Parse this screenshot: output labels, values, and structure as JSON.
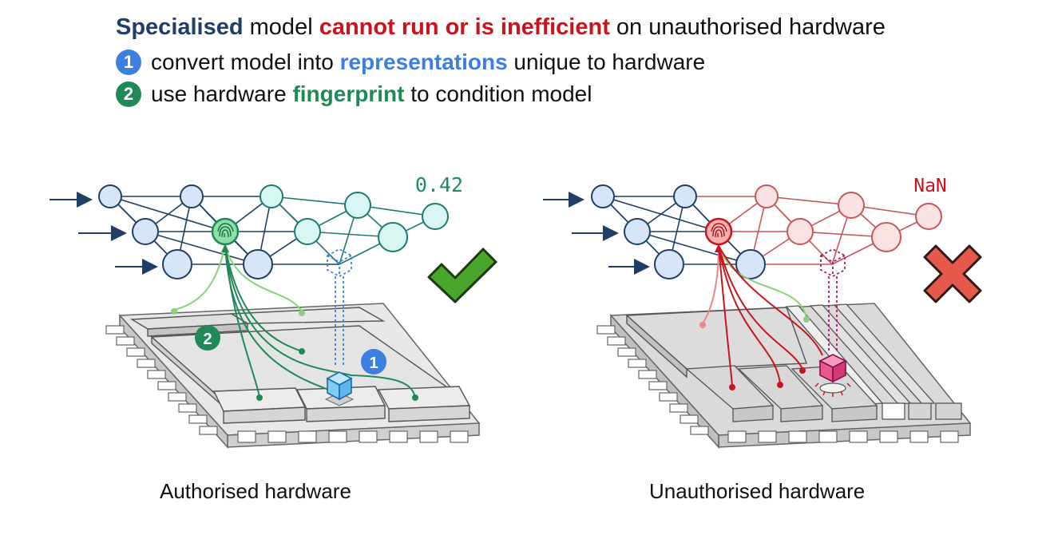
{
  "headline": {
    "part1": "Specialised",
    "part2": " model ",
    "part3": "cannot run or is inefficient",
    "part4": " on unauthorised hardware"
  },
  "steps": [
    {
      "num": "1",
      "pre": "convert model into ",
      "highlight": "representations",
      "post": " unique to hardware"
    },
    {
      "num": "2",
      "pre": "use hardware ",
      "highlight": "fingerprint",
      "post": " to condition model"
    }
  ],
  "left_panel": {
    "caption": "Authorised hardware",
    "output": "0.42",
    "step1_marker": "1",
    "step2_marker": "2",
    "result": "check-mark"
  },
  "right_panel": {
    "caption": "Unauthorised hardware",
    "output": "NaN",
    "result": "cross-mark"
  },
  "colors": {
    "navy": "#1f3f66",
    "red": "#c8141c",
    "blue": "#3d7fe0",
    "green": "#1f8a57",
    "node_blue": "#d6e6f8",
    "node_cyan": "#d8f6f2",
    "node_pink": "#fbe3e3",
    "check": "#4aa52b",
    "cross": "#e6584c"
  }
}
